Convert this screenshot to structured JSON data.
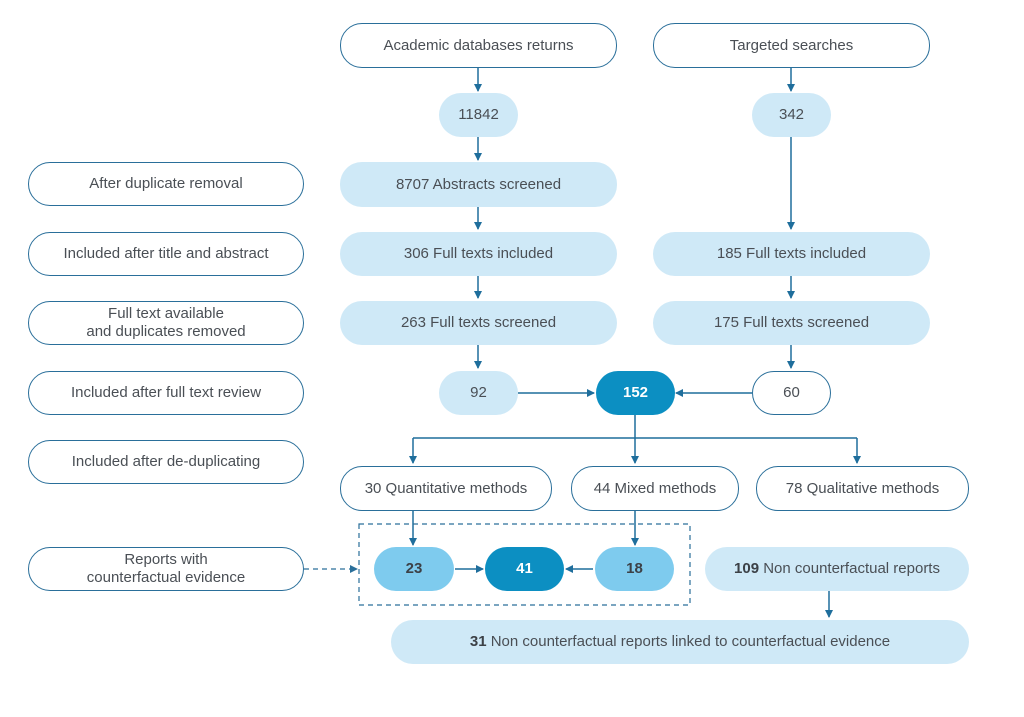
{
  "left_labels": [
    "After duplicate removal",
    "Included after title and abstract",
    "Full text available\nand duplicates removed",
    "Included after full text review",
    "Included after de-duplicating",
    "Reports  with\ncounterfactual evidence"
  ],
  "academic": {
    "source": "Academic databases returns",
    "count": "11842",
    "abstracts": "8707 Abstracts screened",
    "full_included": "306 Full texts included",
    "full_screened": "263 Full texts screened",
    "final": "92"
  },
  "targeted": {
    "source": "Targeted searches",
    "count": "342",
    "full_included": "185 Full texts included",
    "full_screened": "175 Full texts screened",
    "final": "60"
  },
  "total_included": "152",
  "methods": {
    "quantitative": "30 Quantitative methods",
    "mixed": "44 Mixed methods",
    "qualitative": "78 Qualitative methods"
  },
  "counterfactual": {
    "quant": "23",
    "total": "41",
    "mixed": "18"
  },
  "non_counterfactual": {
    "count": "109",
    "label": " Non counterfactual reports"
  },
  "linked": {
    "count": "31",
    "label": " Non counterfactual reports linked to counterfactual evidence"
  },
  "colors": {
    "outline": "#2a6f9a",
    "light": "#cfe9f7",
    "mid": "#7ecbee",
    "dark": "#0c8fc2",
    "arrow": "#1f6e9c"
  }
}
